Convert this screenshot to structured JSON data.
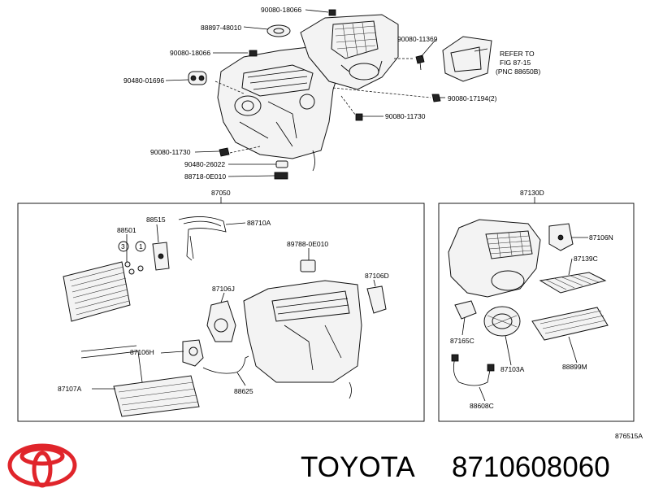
{
  "diagram": {
    "top_labels": [
      "90080-18066",
      "88897-48010",
      "90080-18066",
      "90480-01696",
      "90080-11369",
      "REFER TO",
      "FIG 87-15",
      "(PNC 88650B)",
      "90080-17194(2)",
      "90080-11730",
      "90080-11730",
      "90480-26022",
      "88718-0E010"
    ],
    "left_box": {
      "title": "87050",
      "labels": [
        "88501",
        "88515",
        "88710A",
        "89788-0E010",
        "87106D",
        "87106J",
        "87106H",
        "87107A",
        "88625"
      ],
      "circle_marks": [
        "3",
        "1"
      ]
    },
    "right_box": {
      "title": "87130D",
      "labels": [
        "87106N",
        "87139C",
        "87165C",
        "87103A",
        "88899M",
        "88608C"
      ]
    },
    "figure_code": "876515A"
  },
  "footer": {
    "brand": "TOYOTA",
    "part_number": "8710608060"
  }
}
